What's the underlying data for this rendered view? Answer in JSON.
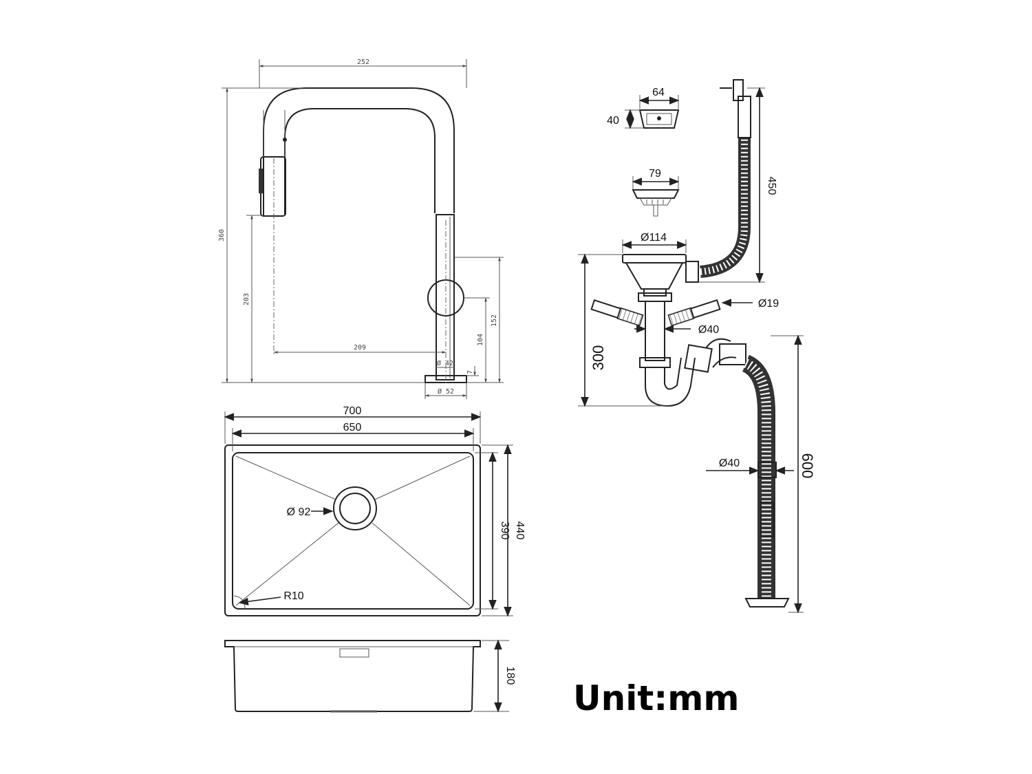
{
  "faucet": {
    "width": "252",
    "height": "360",
    "spout_height": "203",
    "reach": "209",
    "handle_height": "152",
    "base_height": "104",
    "handle_dia": "Ø 42",
    "base_dia": "Ø 52",
    "base_thk": "7"
  },
  "sink_top": {
    "outer_width": "700",
    "inner_width": "650",
    "outer_depth": "440",
    "inner_depth": "390",
    "drain_dia": "Ø 92",
    "corner_radius": "R10"
  },
  "sink_side": {
    "height": "180"
  },
  "drain_kit": {
    "overflow_width": "64",
    "overflow_height": "40",
    "strainer_dia": "79",
    "flange_dia": "Ø114",
    "overflow_hose_length": "450",
    "side_inlet_dia": "Ø19",
    "tail_dia": "Ø40",
    "trap_height": "300",
    "outlet_hose_dia": "Ø40",
    "outlet_hose_length": "600"
  },
  "unit_label": "Unit:mm",
  "colors": {
    "line": "#222222",
    "background": "#ffffff"
  }
}
